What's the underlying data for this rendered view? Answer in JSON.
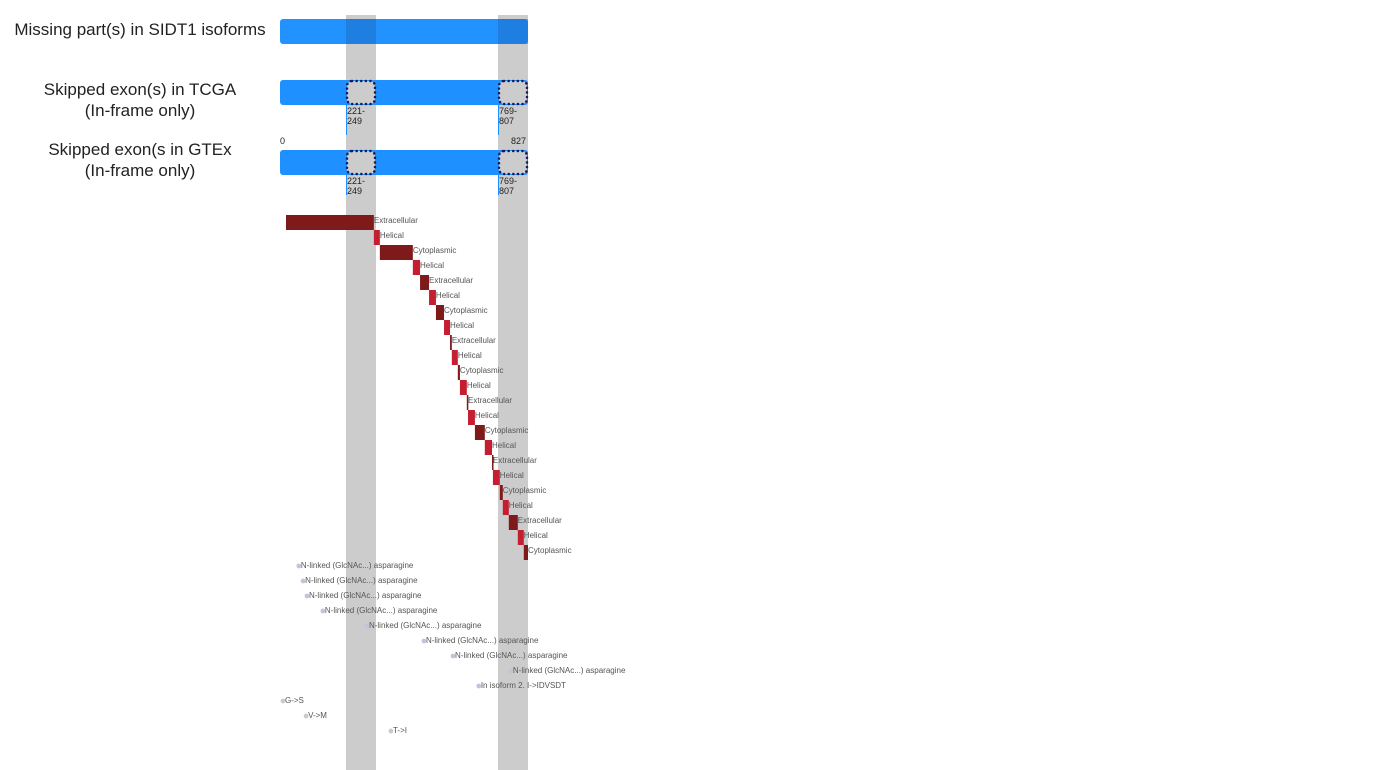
{
  "protein_length": 827,
  "axis": {
    "start": "0",
    "end": "827"
  },
  "colors": {
    "bar": "#1e90ff",
    "highlight": "#cccccc",
    "extracellular": "#7f1a1a",
    "cytoplasmic": "#7f1a1a",
    "helical": "#c41e30",
    "site": "#c8c0dc",
    "variant": "#c8cccc",
    "skip_border": "#1a1a5a"
  },
  "highlight_regions": [
    {
      "start": 221,
      "end": 249
    },
    {
      "start": 769,
      "end": 807
    }
  ],
  "tracks": [
    {
      "title": "Missing part(s) in SIDT1 isoforms",
      "skipped": []
    },
    {
      "title": "Skipped exon(s) in TCGA",
      "subtitle": "(In-frame only)",
      "skipped": [
        {
          "start": 221,
          "end": 249,
          "label": "221-\n249",
          "l1": "221-",
          "l2": "249"
        },
        {
          "start": 769,
          "end": 807,
          "l1": "769-",
          "l2": "807"
        }
      ]
    },
    {
      "title": "Skipped exon(s in GTEx",
      "subtitle": "(In-frame only)",
      "skipped": [
        {
          "start": 221,
          "end": 249,
          "l1": "221-",
          "l2": "249"
        },
        {
          "start": 769,
          "end": 807,
          "l1": "769-",
          "l2": "807"
        }
      ]
    }
  ],
  "topology": [
    {
      "label": "Extracellular",
      "start": 20,
      "end": 313
    },
    {
      "label": "Helical",
      "start": 313,
      "end": 333
    },
    {
      "label": "Cytoplasmic",
      "start": 333,
      "end": 443
    },
    {
      "label": "Helical",
      "start": 443,
      "end": 467
    },
    {
      "label": "Extracellular",
      "start": 467,
      "end": 497
    },
    {
      "label": "Helical",
      "start": 497,
      "end": 520
    },
    {
      "label": "Cytoplasmic",
      "start": 520,
      "end": 547
    },
    {
      "label": "Helical",
      "start": 547,
      "end": 567
    },
    {
      "label": "Extracellular",
      "start": 567,
      "end": 573
    },
    {
      "label": "Helical",
      "start": 573,
      "end": 593
    },
    {
      "label": "Cytoplasmic",
      "start": 593,
      "end": 600
    },
    {
      "label": "Helical",
      "start": 600,
      "end": 623
    },
    {
      "label": "Extracellular",
      "start": 623,
      "end": 627
    },
    {
      "label": "Helical",
      "start": 627,
      "end": 650
    },
    {
      "label": "Cytoplasmic",
      "start": 650,
      "end": 683
    },
    {
      "label": "Helical",
      "start": 683,
      "end": 707
    },
    {
      "label": "Extracellular",
      "start": 707,
      "end": 710
    },
    {
      "label": "Helical",
      "start": 710,
      "end": 733
    },
    {
      "label": "Cytoplasmic",
      "start": 733,
      "end": 743
    },
    {
      "label": "Helical",
      "start": 743,
      "end": 763
    },
    {
      "label": "Extracellular",
      "start": 763,
      "end": 793
    },
    {
      "label": "Helical",
      "start": 793,
      "end": 813
    },
    {
      "label": "Cytoplasmic",
      "start": 813,
      "end": 827
    }
  ],
  "sites": [
    {
      "label": "N-linked (GlcNAc...) asparagine",
      "pos": 63,
      "kind": "site"
    },
    {
      "label": "N-linked (GlcNAc...) asparagine",
      "pos": 77,
      "kind": "site"
    },
    {
      "label": "N-linked (GlcNAc...) asparagine",
      "pos": 90,
      "kind": "site"
    },
    {
      "label": "N-linked (GlcNAc...) asparagine",
      "pos": 143,
      "kind": "site"
    },
    {
      "label": "N-linked (GlcNAc...) asparagine",
      "pos": 290,
      "kind": "site"
    },
    {
      "label": "N-linked (GlcNAc...) asparagine",
      "pos": 480,
      "kind": "site"
    },
    {
      "label": "N-linked (GlcNAc...) asparagine",
      "pos": 577,
      "kind": "site"
    },
    {
      "label": "N-linked (GlcNAc...) asparagine",
      "pos": 770,
      "kind": "site"
    },
    {
      "label": "In isoform 2. I->IDVSDT",
      "pos": 663,
      "kind": "site"
    },
    {
      "label": "G->S",
      "pos": 10,
      "kind": "variant"
    },
    {
      "label": "V->M",
      "pos": 87,
      "kind": "variant"
    },
    {
      "label": "T->I",
      "pos": 370,
      "kind": "variant"
    }
  ]
}
